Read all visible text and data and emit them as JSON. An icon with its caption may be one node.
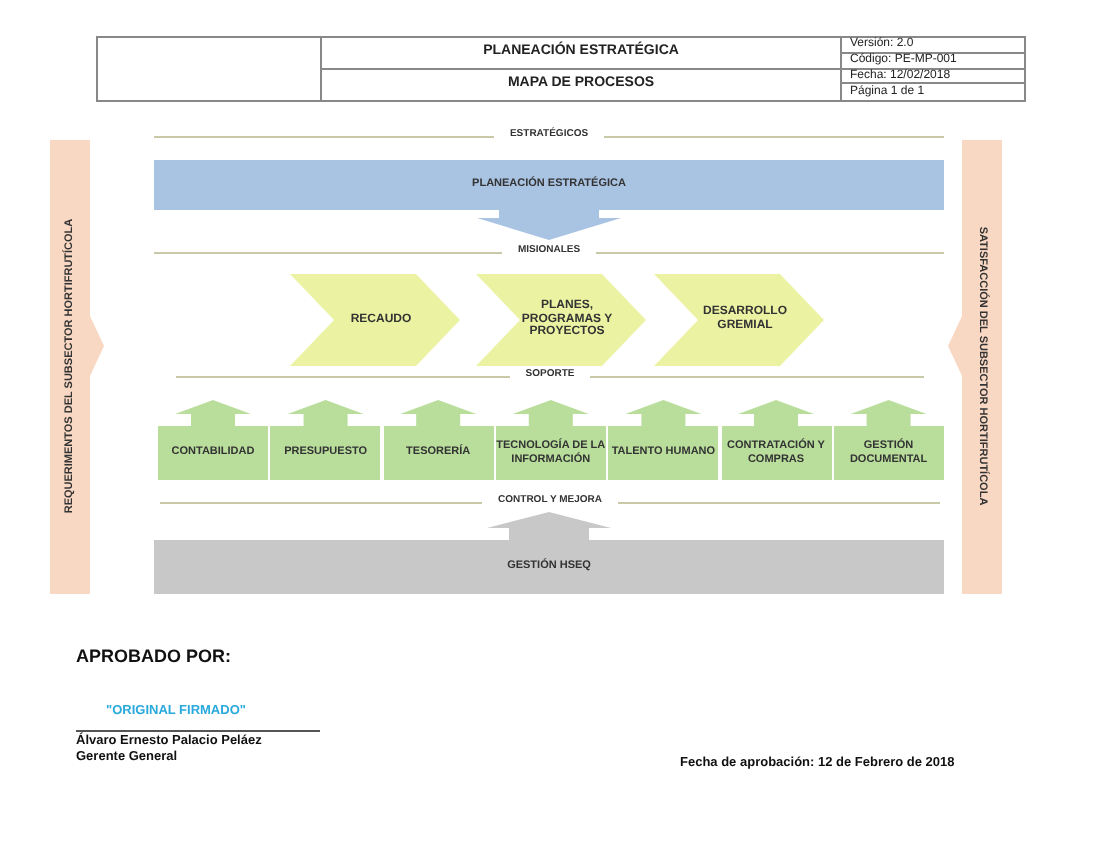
{
  "diagram": {
    "title": "MAPA DE PROCESOS",
    "nodes": [
      {
        "text": [
          "REQUERIMENTOS DEL SUBSECTOR HORTIFRUTÍCOLA"
        ]
      },
      {
        "text": [
          "SATISFACCIÓN DEL SUBSECTOR HORTIFRUTÍCOLA"
        ]
      },
      {
        "text": [
          "PLANEACIÓN ESTRATÉGICA"
        ]
      },
      {
        "text": [
          "RECAUDO"
        ]
      },
      {
        "text": [
          "PLANES, PROGRAMAS Y PROYECTOS"
        ]
      },
      {
        "text": [
          "DESARROLLO GREMIAL"
        ]
      },
      {
        "text": [
          "CONTABILIDAD"
        ]
      },
      {
        "text": [
          "PRESUPUESTO"
        ]
      },
      {
        "text": [
          "TESORERÍA"
        ]
      },
      {
        "text": [
          "TECNOLOGÍA DE LA INFORMACIÓN"
        ]
      },
      {
        "text": [
          "TALENTO HUMANO"
        ]
      },
      {
        "text": [
          "CONTRATACIÓN Y COMPRAS"
        ]
      },
      {
        "text": [
          "GESTIÓN DOCUMENTAL"
        ]
      },
      {
        "text": [
          "GESTIÓN HSEQ"
        ]
      }
    ],
    "labels": [
      "PLANEACIÓN ESTRATÉGICA",
      "Versión: 2.0",
      "Código: PE-MP-001",
      "Fecha: 12/02/2018",
      "Página 1 de 1",
      "ESTRATÉGICOS",
      "MISIONALES",
      "SOPORTE",
      "CONTROL Y MEJORA",
      "APROBADO POR:",
      "\"ORIGINAL FIRMADO\"",
      "Álvaro Ernesto Palacio Peláez",
      "Gerente General",
      "Fecha de aprobación: 12 de Febrero de 2018"
    ]
  }
}
